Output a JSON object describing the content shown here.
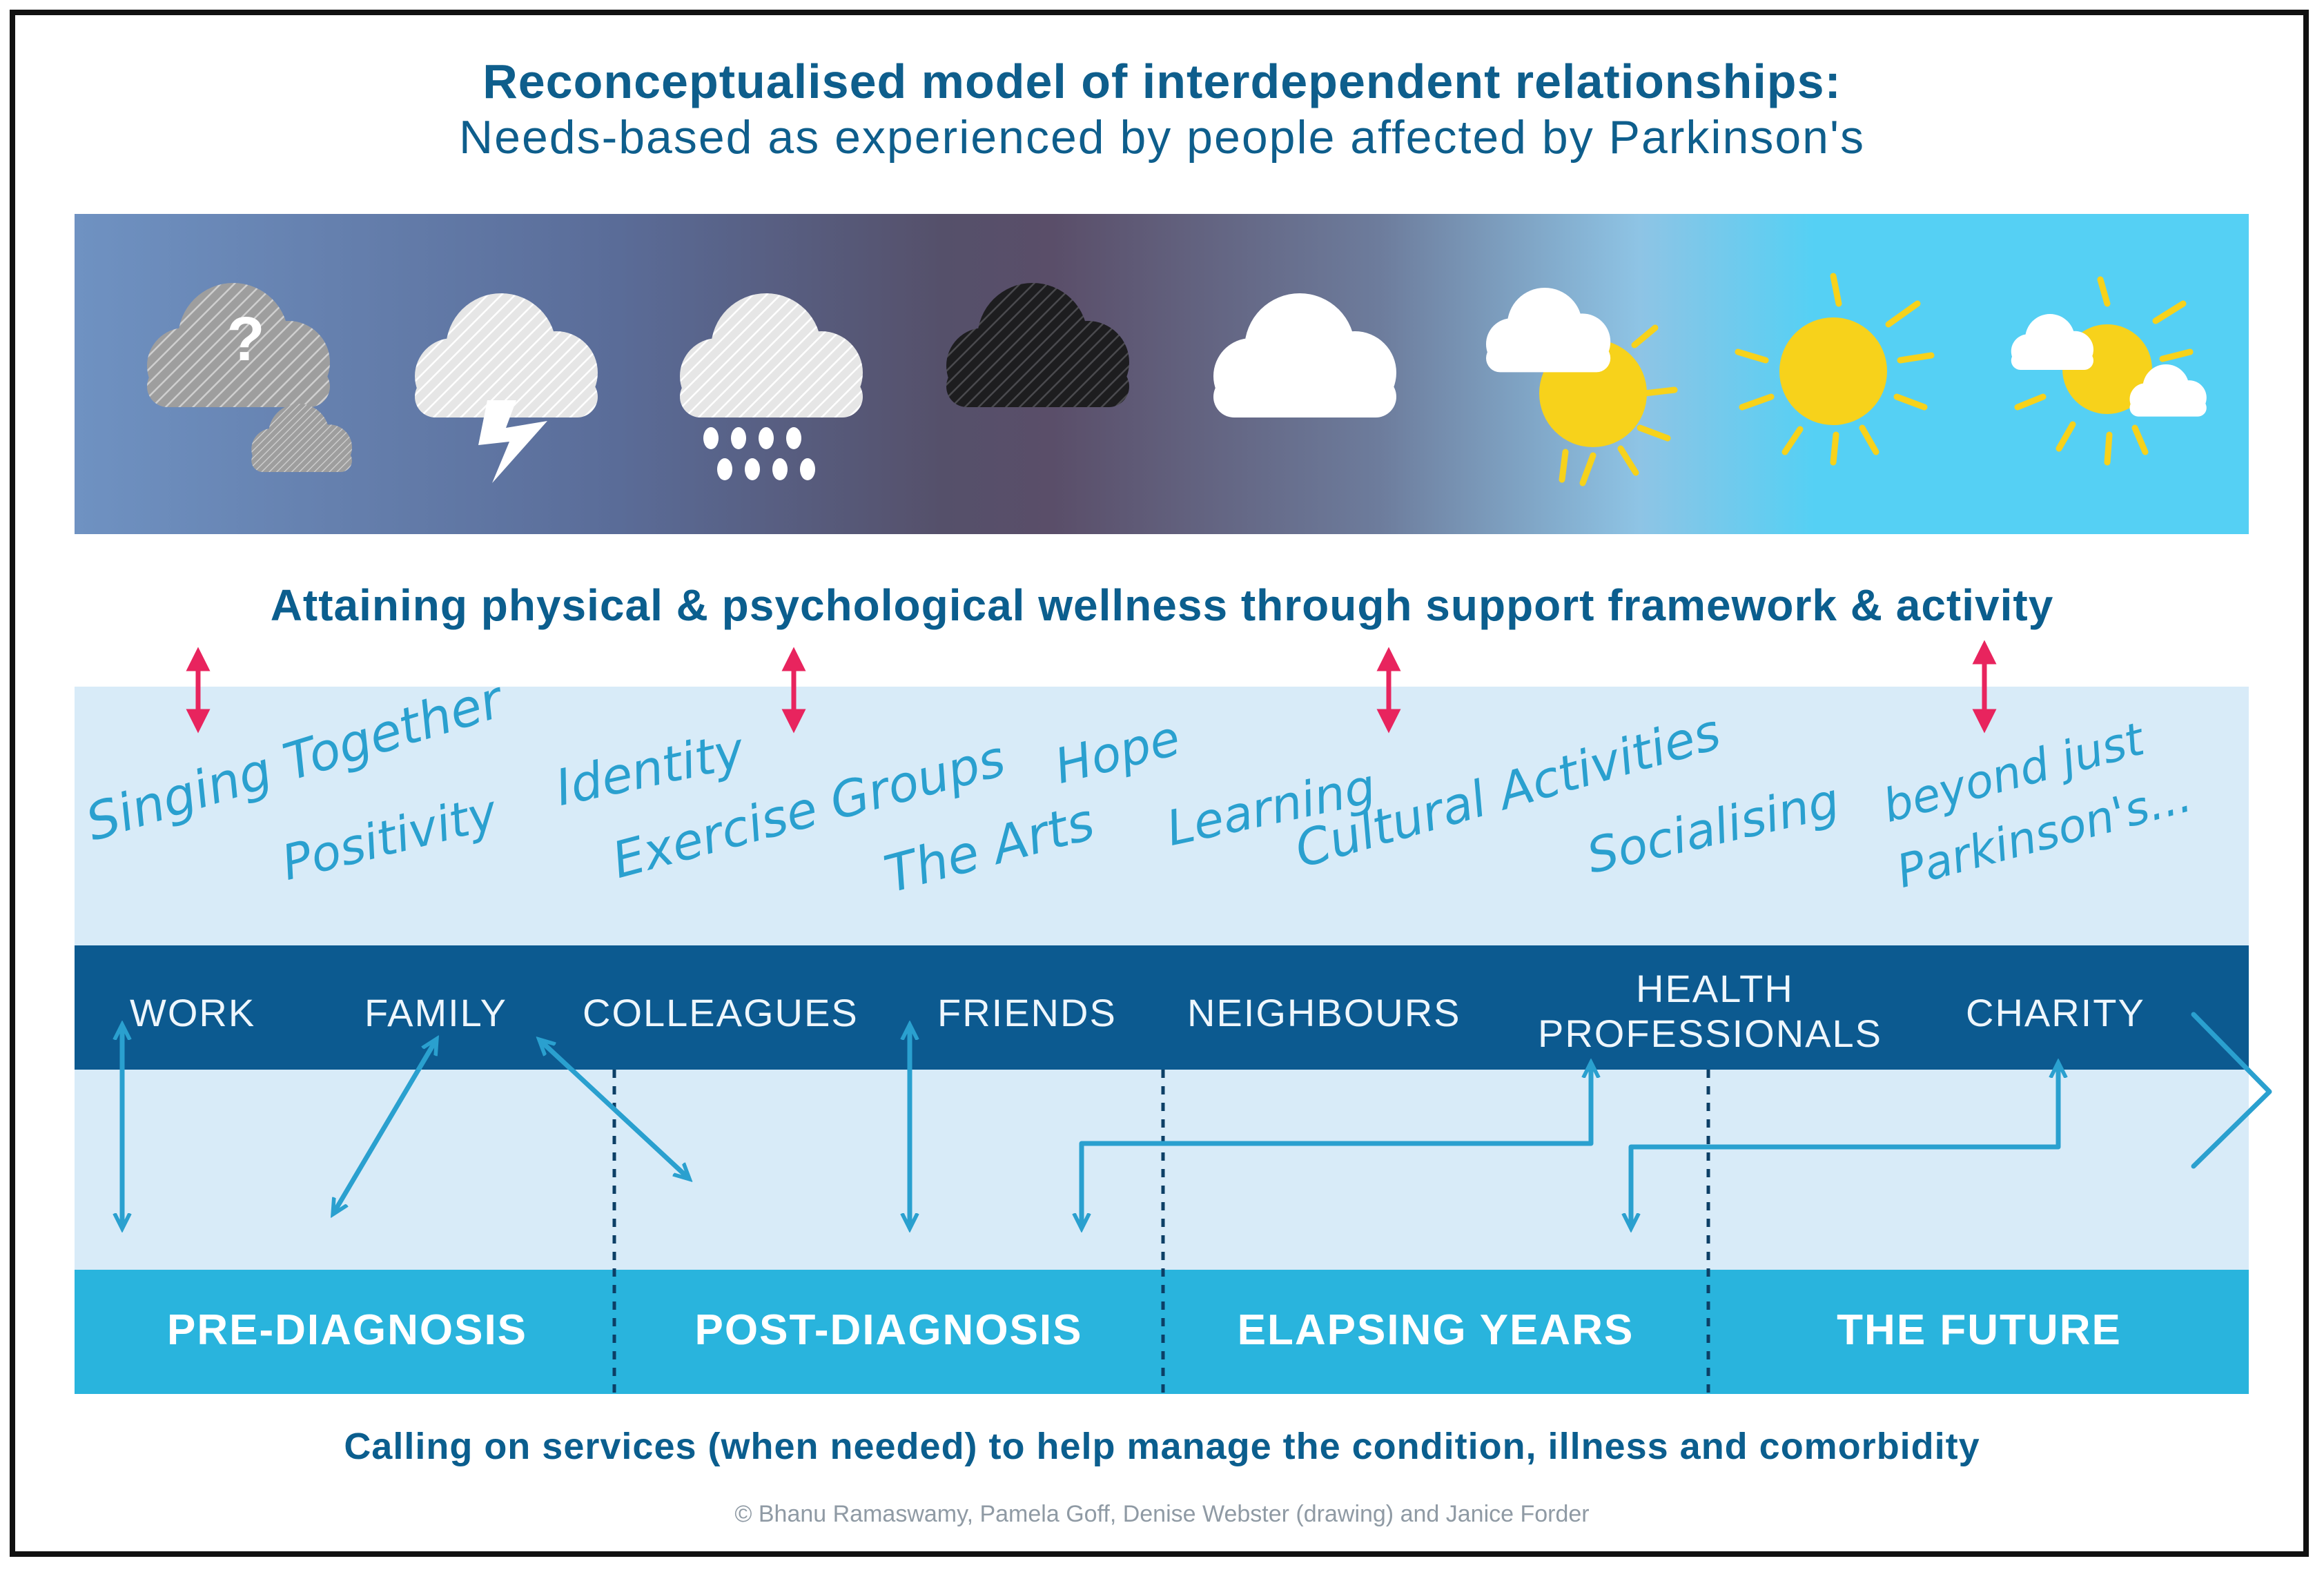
{
  "title": "Reconceptualised model of interdependent relationships:",
  "subtitle": "Needs-based as experienced by people affected by Parkinson's",
  "weather_icons": [
    "cloud-question-icon",
    "cloud-lightning-icon",
    "cloud-rain-icon",
    "dark-cloud-icon",
    "cloud-sun-peek-icon",
    "cloud-partial-sun-icon",
    "sun-icon",
    "sun-with-clouds-icon"
  ],
  "wellness_heading": "Attaining physical & psychological wellness through support framework & activity",
  "activities": {
    "singing_together": "Singing Together",
    "positivity": "Positivity",
    "identity": "Identity",
    "exercise_groups": "Exercise Groups",
    "hope": "Hope",
    "the_arts": "The Arts",
    "learning": "Learning",
    "cultural_activities": "Cultural Activities",
    "socialising": "Socialising",
    "beyond_just": "beyond just",
    "parkinsons": "Parkinson's..."
  },
  "relationships": {
    "work": "WORK",
    "family": "FAMILY",
    "colleagues": "COLLEAGUES",
    "friends": "FRIENDS",
    "neighbours": "NEIGHBOURS",
    "health": "HEALTH",
    "professionals": "PROFESSIONALS",
    "charity": "CHARITY"
  },
  "phases": {
    "pre": "PRE-DIAGNOSIS",
    "post": "POST-DIAGNOSIS",
    "elapsing": "ELAPSING YEARS",
    "future": "THE FUTURE"
  },
  "services_caption": "Calling on services (when needed) to help manage the condition, illness and comorbidity",
  "credit": "© Bhanu Ramaswamy, Pamela Goff, Denise Webster (drawing) and Janice Forder",
  "colors": {
    "title_blue": "#0e5e8c",
    "relationship_band": "#0c5a90",
    "phase_band": "#29b4dd",
    "light_band": "#d8ebf8",
    "arrow_pink": "#e8245e",
    "arrow_blue": "#2aa0cf",
    "sun_yellow": "#f7d21b"
  }
}
